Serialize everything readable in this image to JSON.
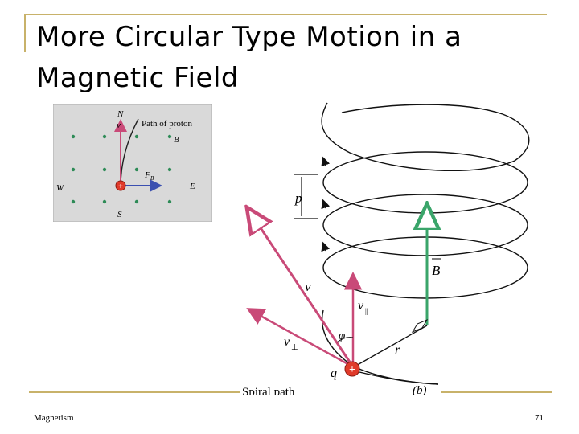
{
  "slide": {
    "title_line1": "More Circular Type Motion in a",
    "title_line2": "Magnetic Field",
    "footer_left": "Magnetism",
    "footer_right": "71"
  },
  "left_figure": {
    "north": "N",
    "south": "S",
    "west": "W",
    "east": "E",
    "v": "v",
    "B": "B",
    "FB": "F",
    "FB_sub": "B",
    "path_label": "Path of proton",
    "charge": "+"
  },
  "right_figure": {
    "p": "p",
    "B": "B",
    "v": "v",
    "v_par": "v",
    "v_par_sub": "||",
    "v_perp": "v",
    "v_perp_sub": "⊥",
    "phi": "φ",
    "r": "r",
    "q": "q",
    "charge": "+",
    "spiral_label": "Spiral path",
    "panel_label": "(b)"
  },
  "colors": {
    "accent_gold": "#c8b26a",
    "velocity_pink": "#c94a78",
    "field_green": "#3aa56a",
    "force_blue": "#3a4fb0",
    "charge_red": "#e03a2a"
  }
}
